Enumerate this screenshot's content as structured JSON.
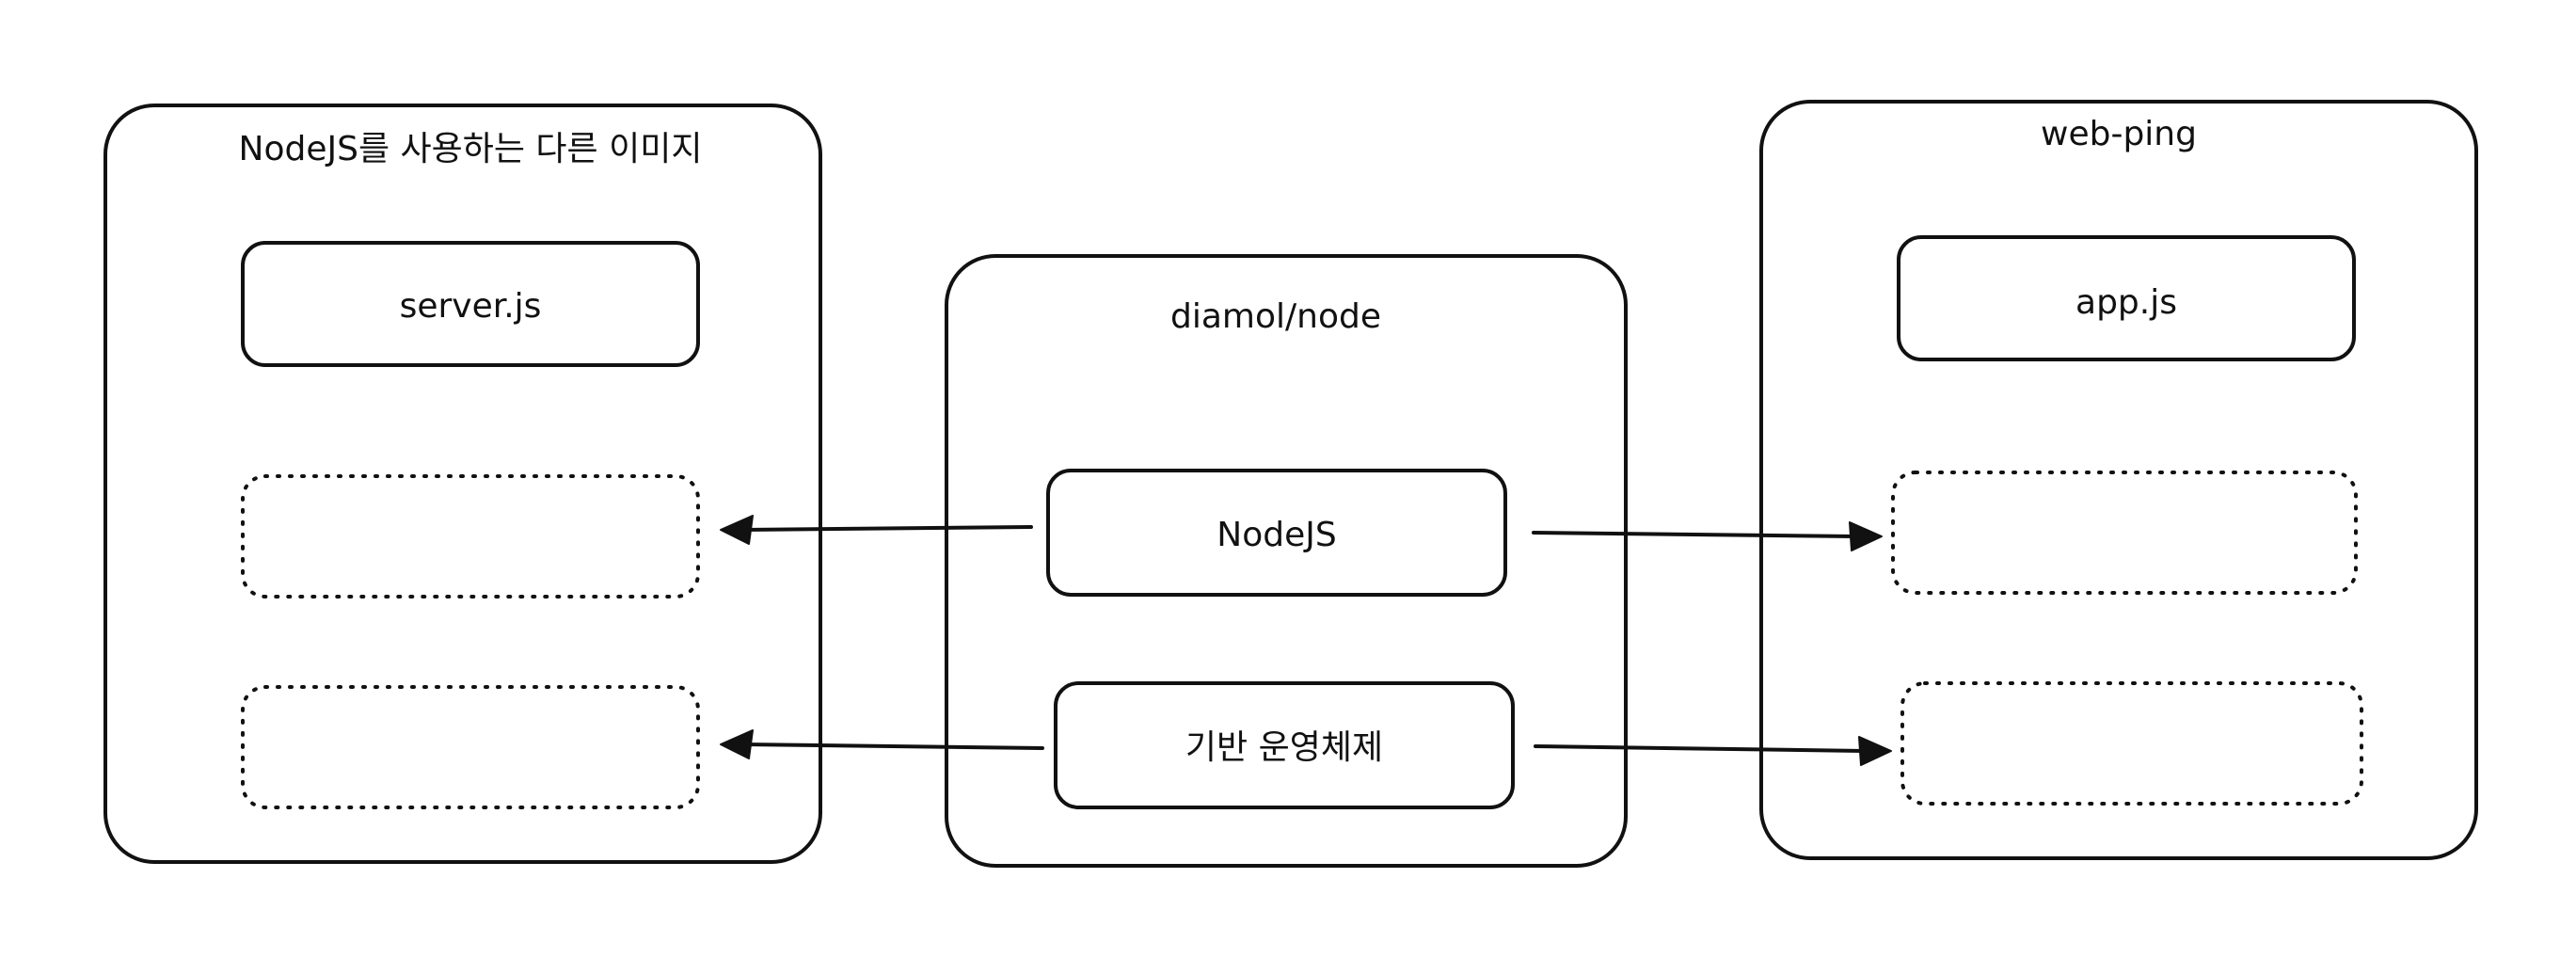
{
  "containers": {
    "other_image": {
      "title": "NodeJS를 사용하는 다른 이미지",
      "app_layer": "server.js"
    },
    "base_image": {
      "title": "diamol/node",
      "runtime_layer": "NodeJS",
      "os_layer": "기반 운영체제"
    },
    "web_ping": {
      "title": "web-ping",
      "app_layer": "app.js"
    }
  },
  "colors": {
    "stroke": "#111111",
    "background": "#ffffff"
  }
}
